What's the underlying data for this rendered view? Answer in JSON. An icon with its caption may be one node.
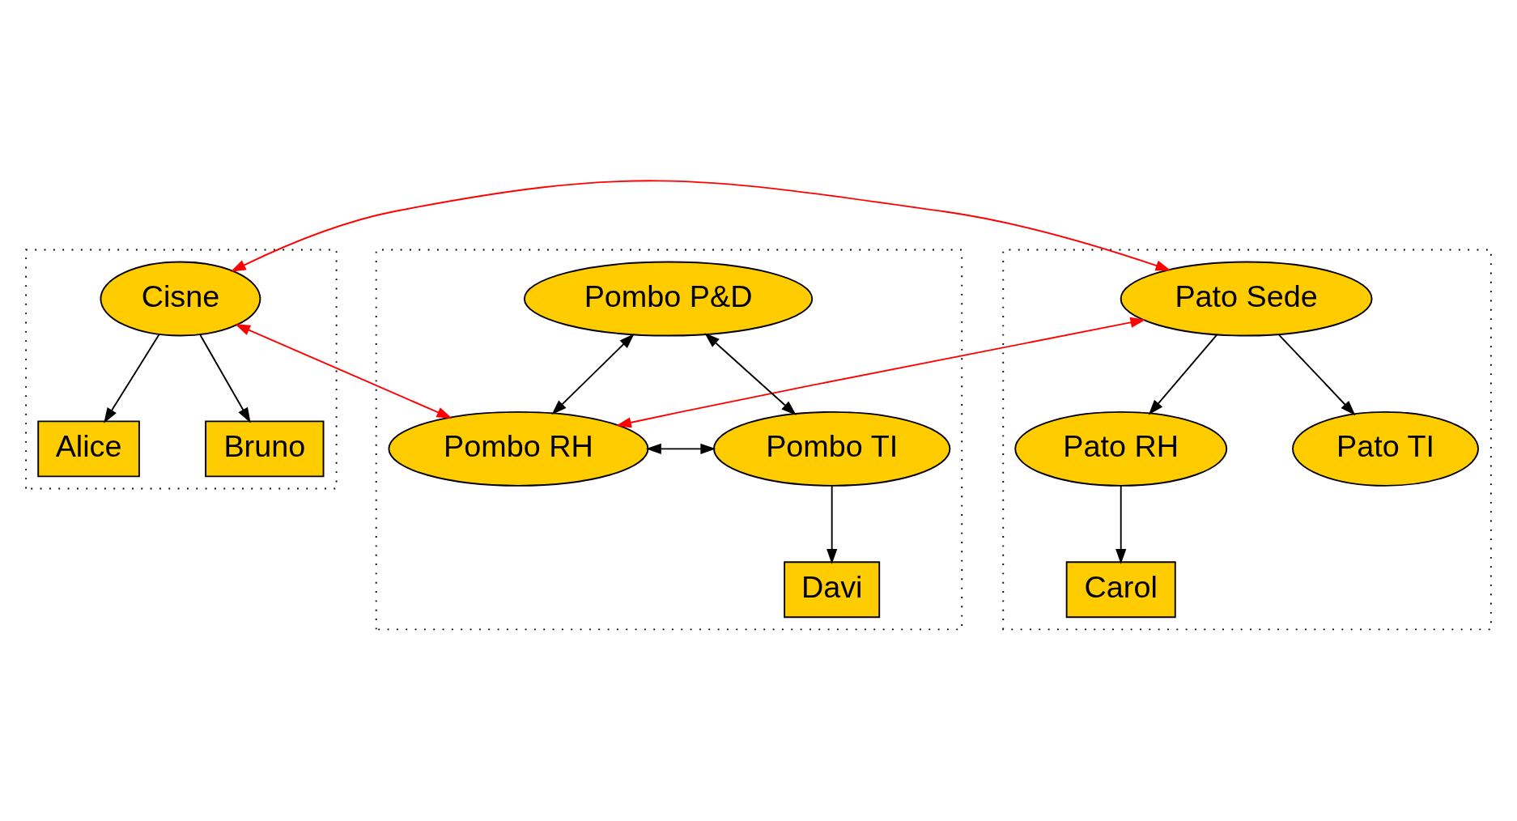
{
  "diagram": {
    "nodes": [
      {
        "text": [],
        "shape": "box"
      },
      {
        "text": [
          "Cisne"
        ],
        "in": 0
      },
      {
        "text": [
          "Alice"
        ],
        "in": 0
      },
      {
        "text": [
          "Bruno"
        ],
        "in": 0
      },
      {
        "text": [],
        "shape": "box"
      },
      {
        "text": [
          "Pombo P&D"
        ],
        "in": 4
      },
      {
        "text": [
          "Pombo RH"
        ],
        "in": 4
      },
      {
        "text": [
          "Pombo TI"
        ],
        "in": 4
      },
      {
        "text": [
          "Davi"
        ],
        "in": 4
      },
      {
        "text": [],
        "shape": "box"
      },
      {
        "text": [
          "Pato Sede"
        ],
        "in": 9
      },
      {
        "text": [
          "Pato RH"
        ],
        "in": 9
      },
      {
        "text": [
          "Pato TI"
        ],
        "in": 9
      },
      {
        "text": [
          "Carol"
        ],
        "in": 9
      }
    ],
    "edges": [
      {
        "from": 1,
        "to": 2,
        "arrow": "to"
      },
      {
        "from": 1,
        "to": 3,
        "arrow": "to"
      },
      {
        "from": 5,
        "to": 6,
        "arrow": "both"
      },
      {
        "from": 5,
        "to": 7,
        "arrow": "both"
      },
      {
        "from": 6,
        "to": 7,
        "arrow": "both"
      },
      {
        "from": 7,
        "to": 8,
        "arrow": "to"
      },
      {
        "from": 1,
        "to": 6,
        "arrow": "both",
        "color": "#ff0000"
      },
      {
        "from": 1,
        "to": 10,
        "arrow": "both",
        "color": "#ff0000"
      },
      {
        "from": 6,
        "to": 10,
        "arrow": "both",
        "color": "#ff0000"
      },
      {
        "from": 10,
        "to": 11,
        "arrow": "to"
      },
      {
        "from": 10,
        "to": 12,
        "arrow": "to"
      },
      {
        "from": 11,
        "to": 13,
        "arrow": "to"
      }
    ]
  }
}
